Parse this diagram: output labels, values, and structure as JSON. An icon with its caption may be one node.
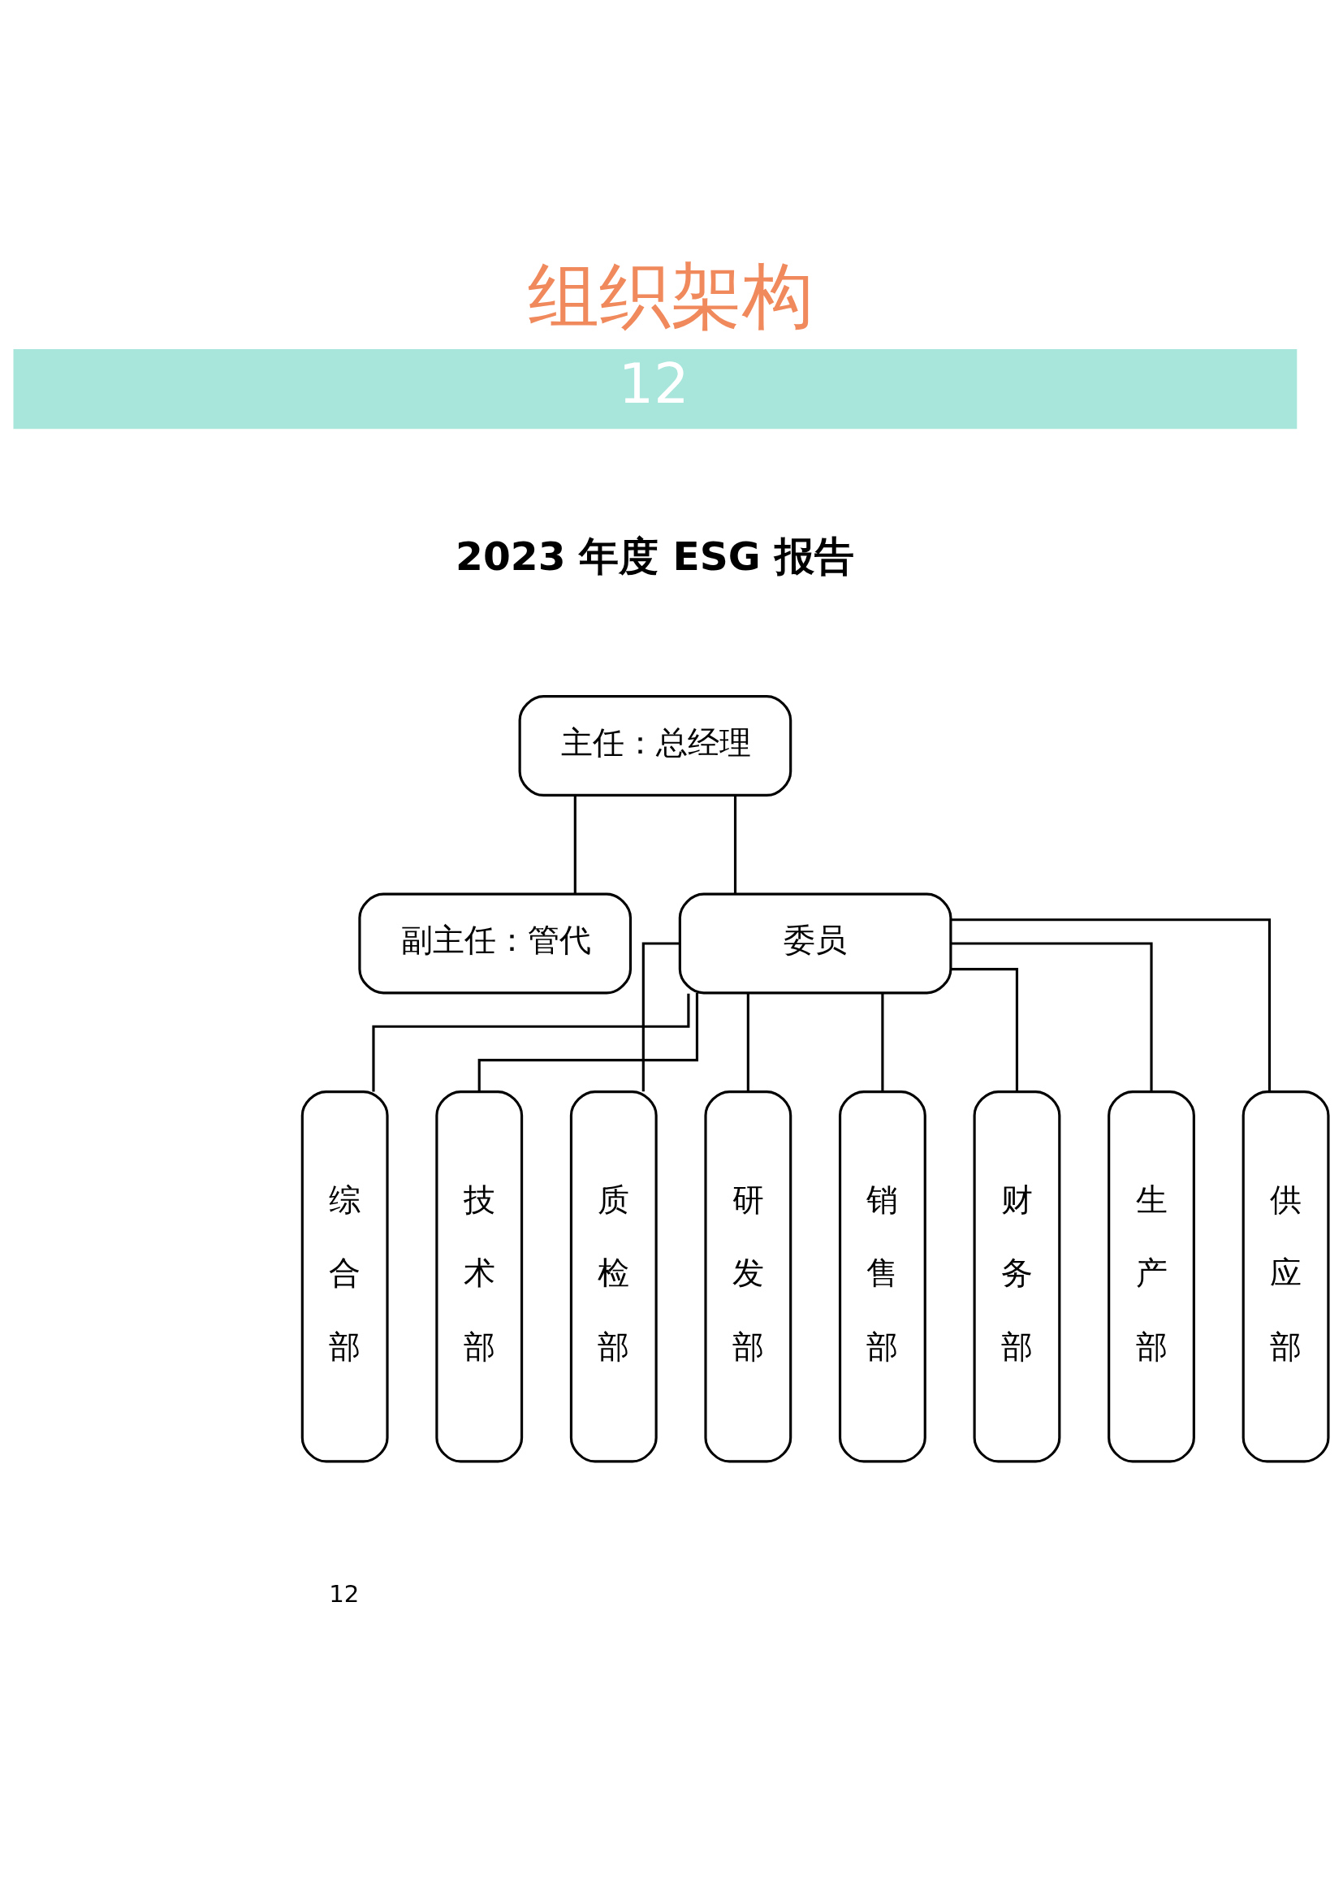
{
  "diagram": {
    "title": "组织架构",
    "nodes": [
      {
        "text": [
          "主任：总经理"
        ]
      },
      {
        "text": [
          "副主任：管代"
        ]
      },
      {
        "text": [
          "委员"
        ]
      },
      {
        "text": [
          "综合部"
        ]
      },
      {
        "text": [
          "技术部"
        ]
      },
      {
        "text": [
          "质检部"
        ]
      },
      {
        "text": [
          "研发部"
        ]
      },
      {
        "text": [
          "销售部"
        ]
      },
      {
        "text": [
          "财务部"
        ]
      },
      {
        "text": [
          "生产部"
        ]
      },
      {
        "text": [
          "供应部"
        ]
      }
    ],
    "edges": [
      {
        "from": 0,
        "to": 1,
        "arrow": "none"
      },
      {
        "from": 0,
        "to": 2,
        "arrow": "none"
      },
      {
        "from": 2,
        "to": 3,
        "arrow": "none"
      },
      {
        "from": 2,
        "to": 4,
        "arrow": "none"
      },
      {
        "from": 2,
        "to": 5,
        "arrow": "none"
      },
      {
        "from": 2,
        "to": 6,
        "arrow": "none"
      },
      {
        "from": 2,
        "to": 7,
        "arrow": "none"
      },
      {
        "from": 2,
        "to": 8,
        "arrow": "none"
      },
      {
        "from": 2,
        "to": 9,
        "arrow": "none"
      },
      {
        "from": 2,
        "to": 10,
        "arrow": "none"
      }
    ],
    "labels": [
      "12",
      "2023 年度 ESG 报告",
      "12"
    ]
  }
}
